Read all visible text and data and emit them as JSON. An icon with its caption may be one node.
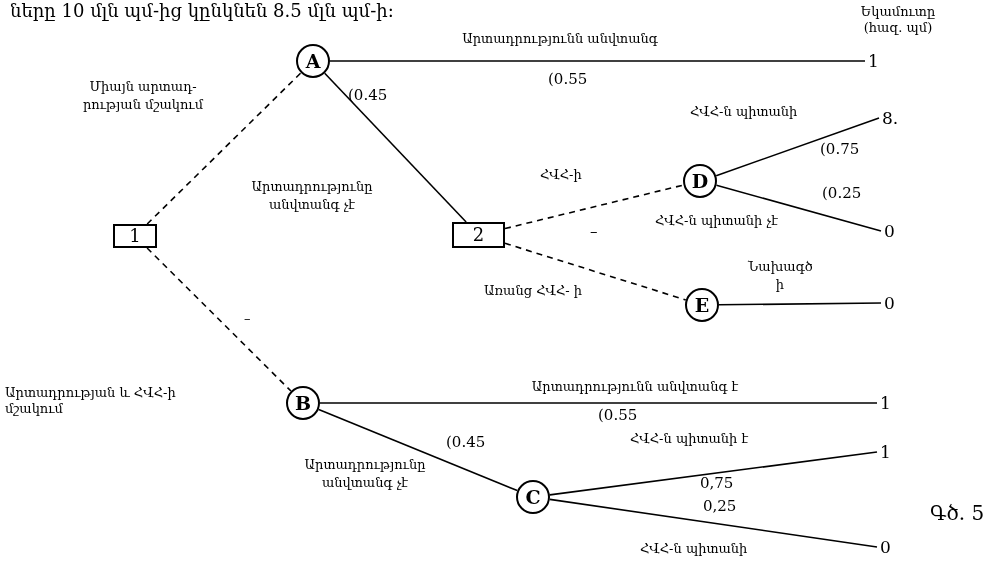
{
  "diagram": {
    "caption": "Գծ. 5",
    "nodes": [
      {
        "text": [
          "1"
        ]
      },
      {
        "text": [
          "A"
        ]
      },
      {
        "text": [
          "1"
        ]
      },
      {
        "text": [
          "2"
        ]
      },
      {
        "text": [
          "D"
        ]
      },
      {
        "text": [
          "8."
        ]
      },
      {
        "text": [
          "0"
        ]
      },
      {
        "text": [
          "E"
        ]
      },
      {
        "text": [
          "0"
        ]
      },
      {
        "text": [
          "B"
        ]
      },
      {
        "text": [
          "1"
        ]
      },
      {
        "text": [
          "C"
        ]
      },
      {
        "text": [
          "1"
        ]
      },
      {
        "text": [
          "0"
        ]
      }
    ],
    "edges": [
      {
        "from": 0,
        "to": 1,
        "arrow": "none",
        "style": "dashed",
        "label": "Միայն արտադ- րության մշակում"
      },
      {
        "from": 0,
        "to": 9,
        "arrow": "none",
        "style": "dashed",
        "label": "–"
      },
      {
        "from": 1,
        "to": 2,
        "arrow": "none",
        "label": "Արտադրությունն անվտանգ"
      },
      {
        "from": 1,
        "to": 3,
        "arrow": "none",
        "label": "Արտադրությունը անվտանգ չէ"
      },
      {
        "from": 3,
        "to": 4,
        "arrow": "none",
        "style": "dashed",
        "label": "ՀՎՀ-ի"
      },
      {
        "from": 3,
        "to": 7,
        "arrow": "none",
        "style": "dashed",
        "label": "Առանց ՀՎՀ- ի"
      },
      {
        "from": 4,
        "to": 5,
        "arrow": "none",
        "label": "ՀՎՀ-ն պիտանի"
      },
      {
        "from": 4,
        "to": 6,
        "arrow": "none",
        "label": "ՀՎՀ-ն պիտանի չէ"
      },
      {
        "from": 7,
        "to": 8,
        "arrow": "none",
        "label": "Նախագծ ի"
      },
      {
        "from": 9,
        "to": 10,
        "arrow": "none",
        "label": "Արտադրությունն անվտանգ է"
      },
      {
        "from": 9,
        "to": 11,
        "arrow": "none",
        "label": "Արտադրությունը անվտանգ չէ"
      },
      {
        "from": 11,
        "to": 12,
        "arrow": "none",
        "label": "ՀՎՀ-ն պիտանի է"
      },
      {
        "from": 11,
        "to": 13,
        "arrow": "none",
        "label": "ՀՎՀ-ն պիտանի"
      }
    ],
    "labels": [
      "ները 10 մլն պմ-ից կընկնեն 8.5 մլն պմ-ի։",
      "Եկամուտը (հազ. պմ)",
      "(0.55",
      "(0.45",
      "(0.75",
      "(0.25",
      "–",
      "Արտադրության և ՀՎՀ-ի մշակում",
      "(0.55",
      "(0.45",
      "0,75",
      "0,25"
    ]
  }
}
